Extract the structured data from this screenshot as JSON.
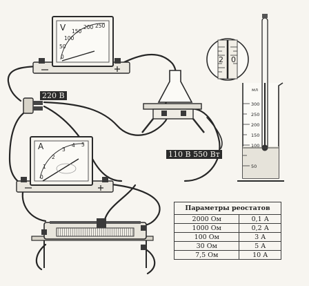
{
  "voltmeter": {
    "symbol": "V",
    "scale": [
      "0",
      "50",
      "100",
      "150",
      "200",
      "250"
    ]
  },
  "ammeter": {
    "symbol": "A",
    "scale": [
      "0",
      "1",
      "2",
      "3",
      "4",
      "5"
    ]
  },
  "thermometer_magnifier": {
    "marks": [
      "2",
      "0"
    ]
  },
  "beaker": {
    "unit": "мл",
    "scale": [
      "300",
      "250",
      "200",
      "150",
      "100",
      "50"
    ]
  },
  "source_label": "220 В",
  "heater_label": "110 В   550 Вт",
  "rheostat_table": {
    "title": "Параметры реостатов",
    "rows": [
      {
        "resistance": "2000 Ом",
        "current": "0,1 А"
      },
      {
        "resistance": "1000 Ом",
        "current": "0,2 А"
      },
      {
        "resistance": "100 Ом",
        "current": "3 А"
      },
      {
        "resistance": "30 Ом",
        "current": "5 А"
      },
      {
        "resistance": "7,5 Ом",
        "current": "10 А"
      }
    ]
  }
}
